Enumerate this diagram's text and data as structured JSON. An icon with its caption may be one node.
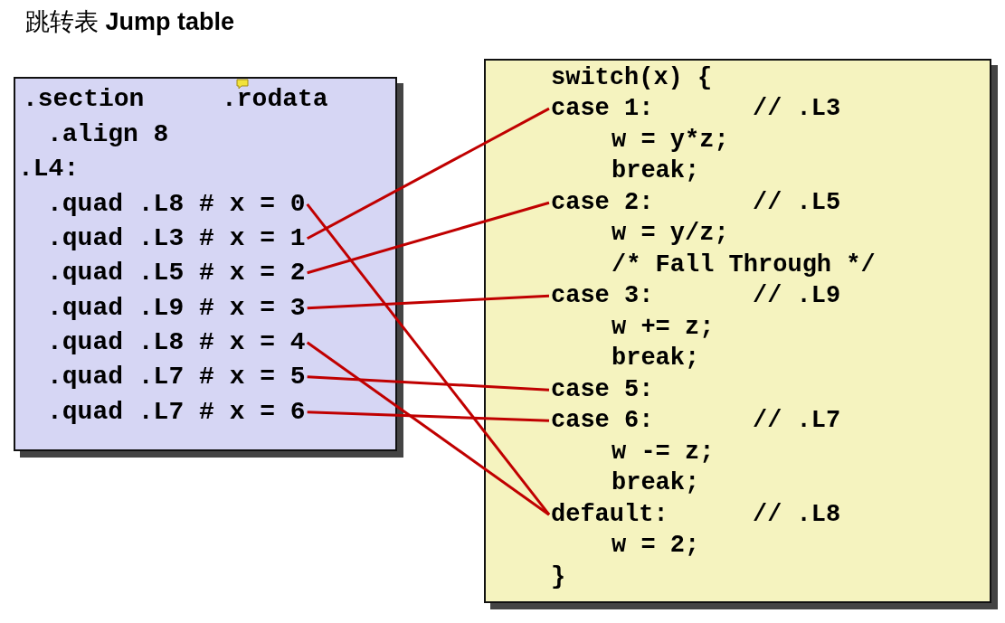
{
  "diagram": {
    "title": "跳转表 **Jump table**",
    "nodes": [
      {
        "text": [],
        "shape": "box"
      },
      {
        "text": [
          ".section",
          ".rodata"
        ],
        "in": 0
      },
      {
        "text": [
          ".align 8"
        ],
        "in": 0
      },
      {
        "text": [
          ".L4:"
        ],
        "in": 0
      },
      {
        "text": [
          ".quad .L8 # x = 0"
        ],
        "in": 0
      },
      {
        "text": [
          ".quad .L3 # x = 1"
        ],
        "in": 0
      },
      {
        "text": [
          ".quad .L5 # x = 2"
        ],
        "in": 0
      },
      {
        "text": [
          ".quad .L9 # x = 3"
        ],
        "in": 0
      },
      {
        "text": [
          ".quad .L8 # x = 4"
        ],
        "in": 0
      },
      {
        "text": [
          ".quad .L7 # x = 5"
        ],
        "in": 0
      },
      {
        "text": [
          ".quad .L7 # x = 6"
        ],
        "in": 0
      },
      {
        "text": [],
        "shape": "box"
      },
      {
        "text": [
          "switch(x) {"
        ],
        "in": 11
      },
      {
        "text": [
          "case 1:",
          "// .L3"
        ],
        "in": 11
      },
      {
        "text": [
          "w = y*z;"
        ],
        "in": 11
      },
      {
        "text": [
          "break;"
        ],
        "in": 11
      },
      {
        "text": [
          "case 2:",
          "// .L5"
        ],
        "in": 11
      },
      {
        "text": [
          "w = y/z;"
        ],
        "in": 11
      },
      {
        "text": [
          "/* Fall Through */"
        ],
        "in": 11
      },
      {
        "text": [
          "case 3:",
          "// .L9"
        ],
        "in": 11
      },
      {
        "text": [
          "w += z;"
        ],
        "in": 11
      },
      {
        "text": [
          "break;"
        ],
        "in": 11
      },
      {
        "text": [
          "case 5:"
        ],
        "in": 11
      },
      {
        "text": [
          "case 6:",
          "// .L7"
        ],
        "in": 11
      },
      {
        "text": [
          "w -= z;"
        ],
        "in": 11
      },
      {
        "text": [
          "break;"
        ],
        "in": 11
      },
      {
        "text": [
          "default:",
          "// .L8"
        ],
        "in": 11
      },
      {
        "text": [
          "w = 2;"
        ],
        "in": 11
      },
      {
        "text": [
          "}"
        ],
        "in": 11
      }
    ],
    "edges": [
      {
        "from": 4,
        "to": 26,
        "arrow": "none"
      },
      {
        "from": 5,
        "to": 13,
        "arrow": "none"
      },
      {
        "from": 6,
        "to": 16,
        "arrow": "none"
      },
      {
        "from": 7,
        "to": 19,
        "arrow": "none"
      },
      {
        "from": 8,
        "to": 26,
        "arrow": "none"
      },
      {
        "from": 9,
        "to": 22,
        "arrow": "none"
      },
      {
        "from": 10,
        "to": 23,
        "arrow": "none"
      }
    ]
  }
}
